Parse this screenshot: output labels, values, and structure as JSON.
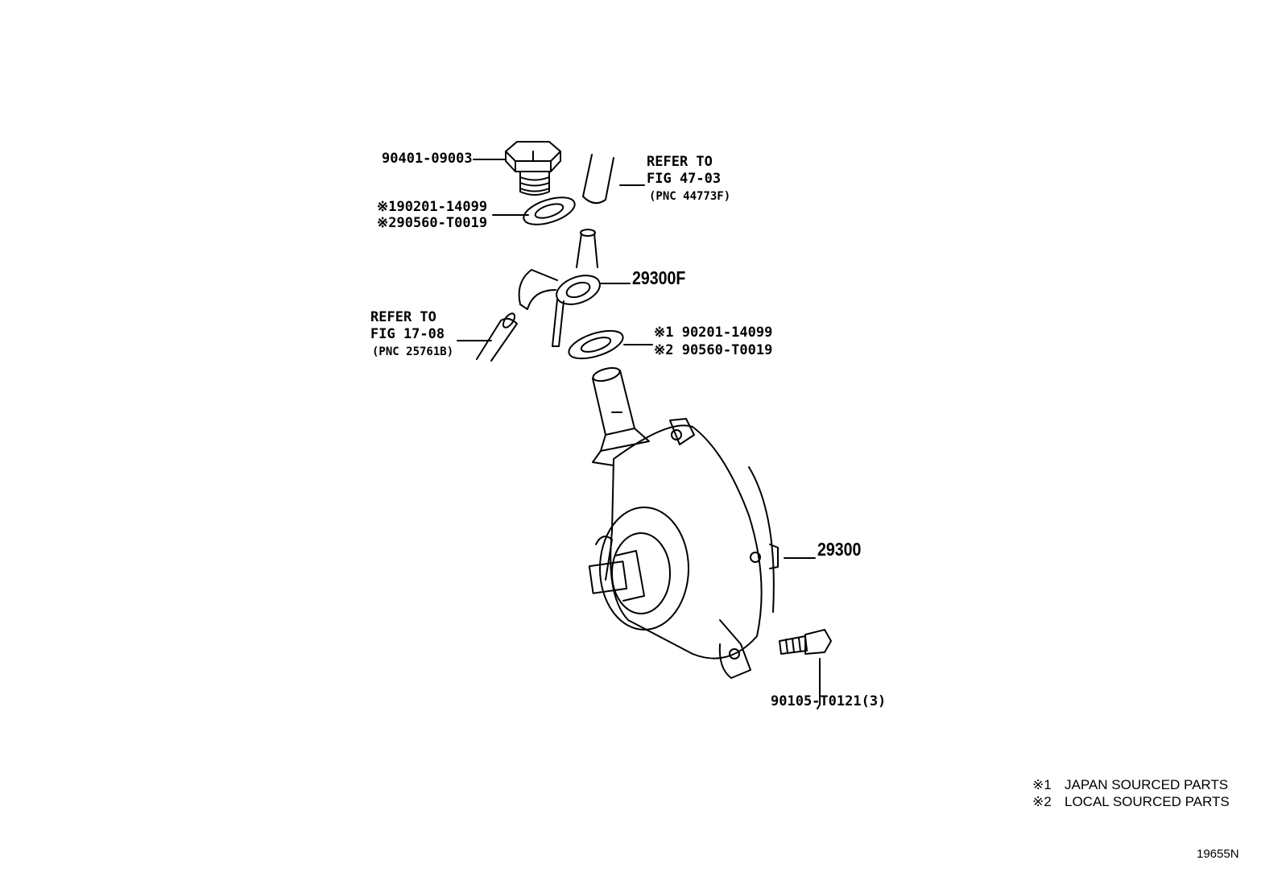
{
  "parts": {
    "plug": "90401-09003",
    "gasket_upper_1": "※190201-14099",
    "gasket_upper_2": "※290560-T0019",
    "union": "29300F",
    "gasket_lower_1": "※1 90201-14099",
    "gasket_lower_2": "※2 90560-T0019",
    "pump": "29300",
    "bolt": "90105-T0121(3)"
  },
  "references": {
    "upper": {
      "line1": "REFER TO",
      "line2": "FIG 47-03",
      "pnc": "(PNC 44773F)"
    },
    "left": {
      "line1": "REFER TO",
      "line2": "FIG 17-08",
      "pnc": "(PNC 25761B)"
    }
  },
  "legend": [
    {
      "mark": "※1",
      "text": "JAPAN SOURCED PARTS"
    },
    {
      "mark": "※2",
      "text": "LOCAL SOURCED PARTS"
    }
  ],
  "figure_number": "19655N"
}
